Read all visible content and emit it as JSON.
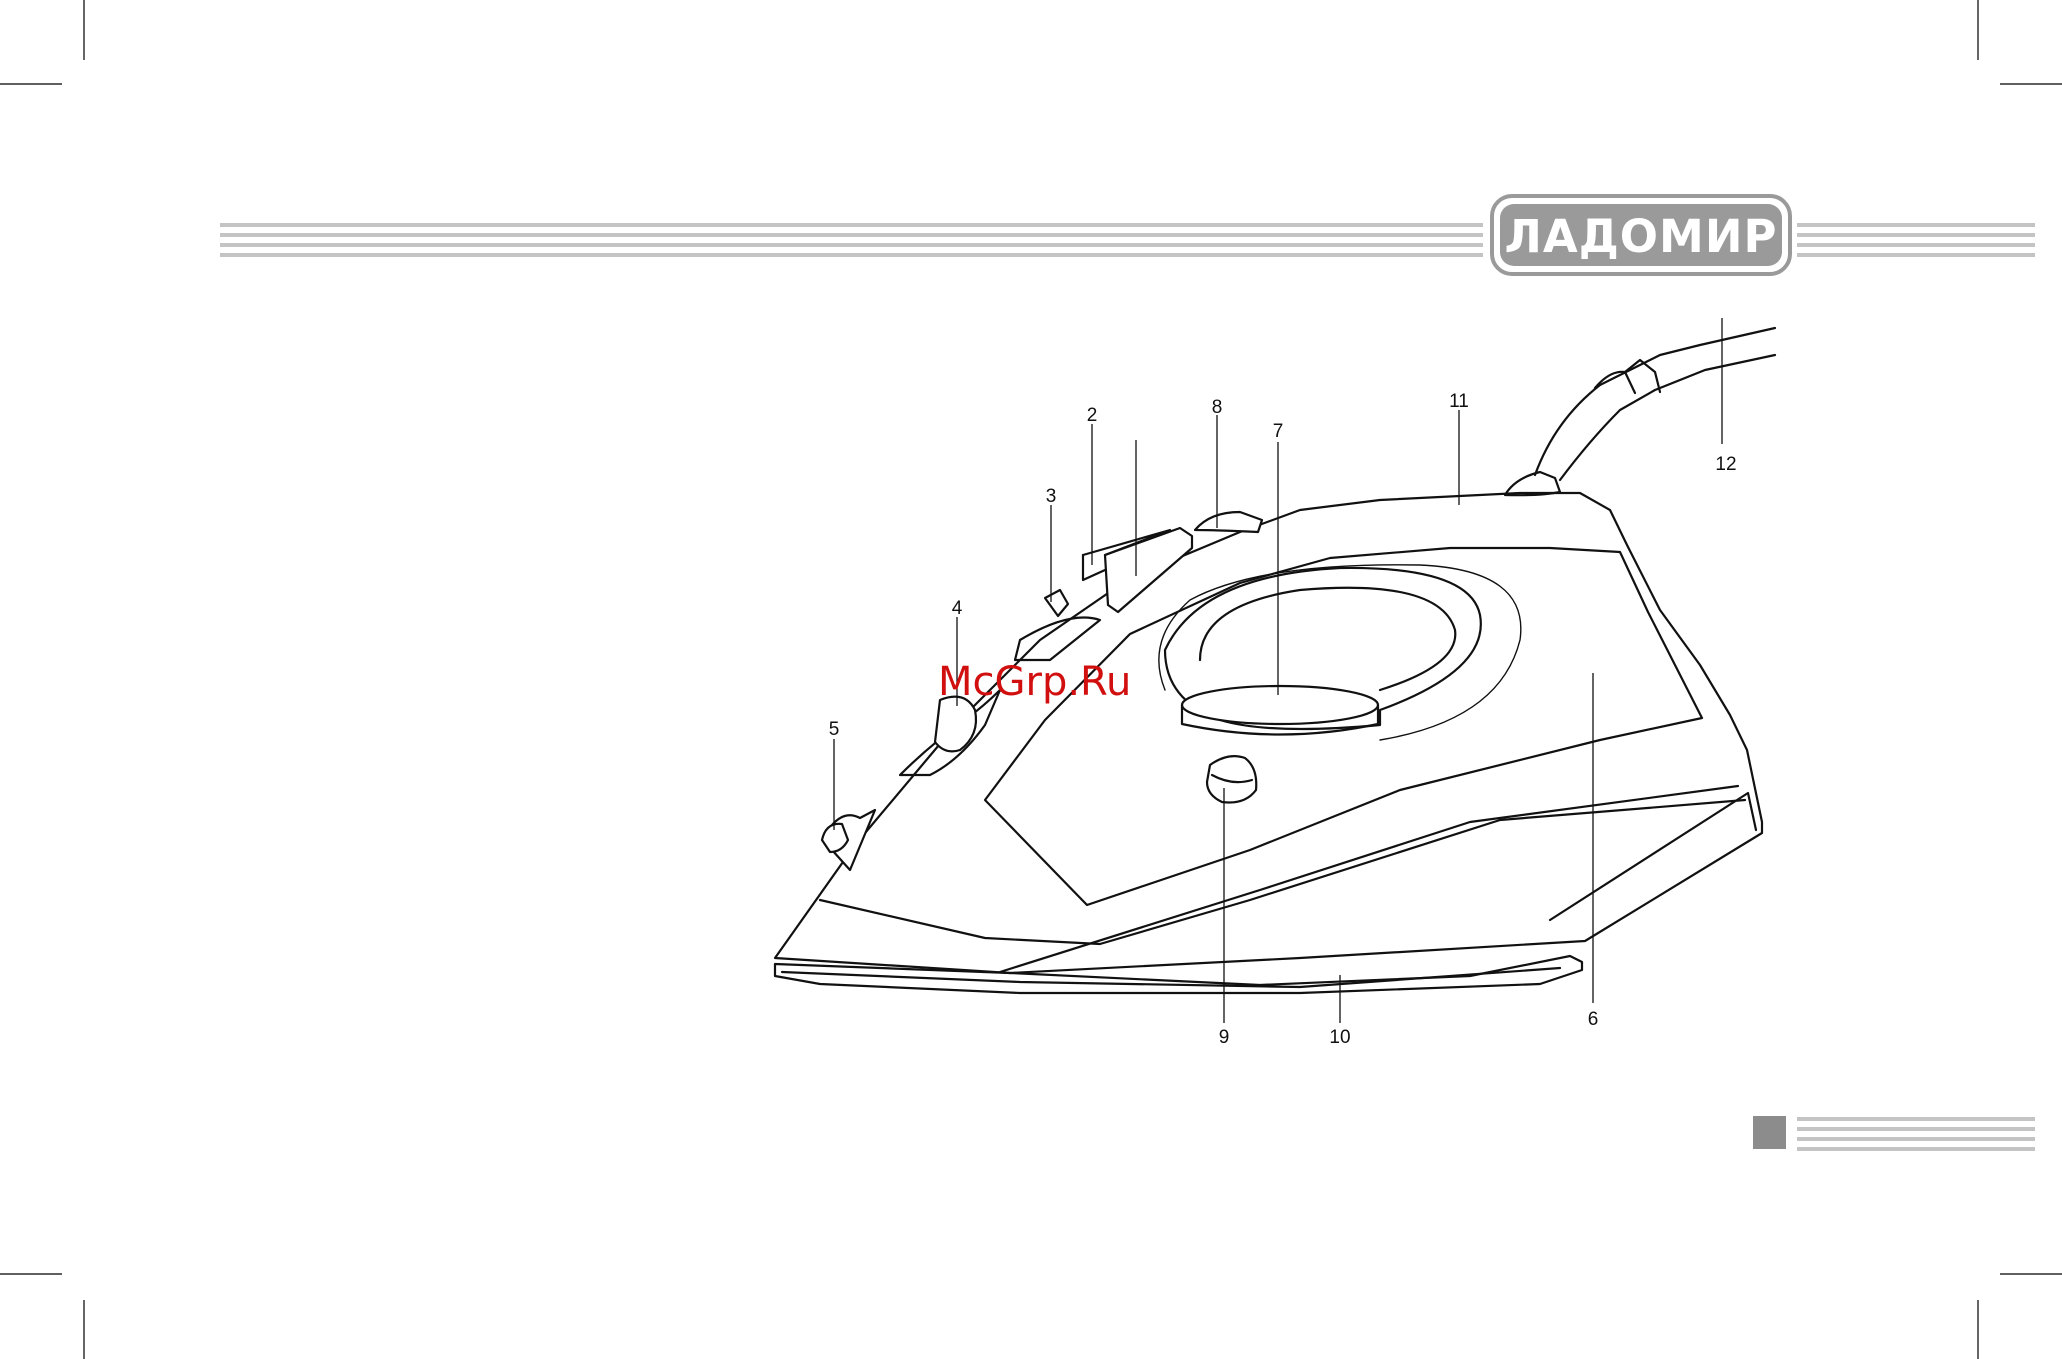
{
  "header": {
    "brand": "ЛАДОМИР",
    "brand_color": "#9a9a9a",
    "stripe_color": "#c4c4c4"
  },
  "watermark": {
    "text": "McGrp.Ru",
    "color": "#d20f0f"
  },
  "diagram": {
    "callouts": [
      "2",
      "3",
      "4",
      "5",
      "6",
      "7",
      "8",
      "9",
      "10",
      "11",
      "12"
    ]
  },
  "footer": {
    "page_marker_color": "#8c8c8c"
  }
}
